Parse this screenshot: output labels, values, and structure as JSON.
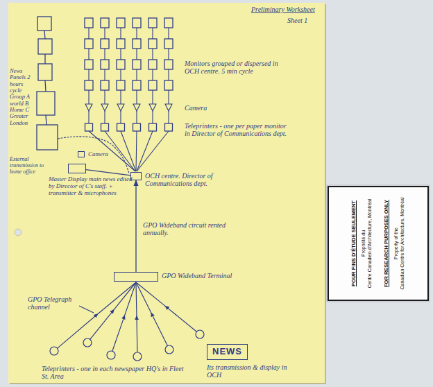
{
  "diagram": {
    "nodes": [
      {
        "text": [
          "Camera"
        ]
      },
      {
        "text": [
          "Master Display main news edited by Director of C's staff. + transmitter & microphones"
        ]
      },
      {
        "text": [
          "OCH centre. Director of Communications dept."
        ]
      },
      {
        "text": [
          "GPO Wideband Terminal"
        ]
      },
      {
        "text": [
          "NEWS",
          "Its transmission & display in OCH"
        ]
      },
      {
        "text": [
          "POUR FINS D'ÉTUDE SEULEMENT",
          "Propriété du",
          "Centre Canadien d'Architecture, Montréal",
          "FOR RESEARCH PURPOSES ONLY",
          "Property of the",
          "Canadian Centre for Architecture, Montréal"
        ]
      }
    ],
    "edges": [
      {
        "from": 1,
        "to": 2,
        "arrow": "none"
      },
      {
        "from": 3,
        "to": 2,
        "arrow": "to",
        "label": "GPO Wideband circuit rented annually."
      }
    ],
    "labels": [
      "Preliminary Worksheet",
      "Sheet 1",
      "News Panels 2 hours cycle Group A world B Home C Greater London",
      "External transmission to home office",
      "Monitors grouped or dispersed in OCH centre. 5 min cycle",
      "Camera",
      "Teleprinters - one per paper monitor in Director of Communications dept.",
      "GPO Telegraph channel",
      "Teleprinters - one in each newspaper HQ's in Fleet St. Area"
    ]
  }
}
